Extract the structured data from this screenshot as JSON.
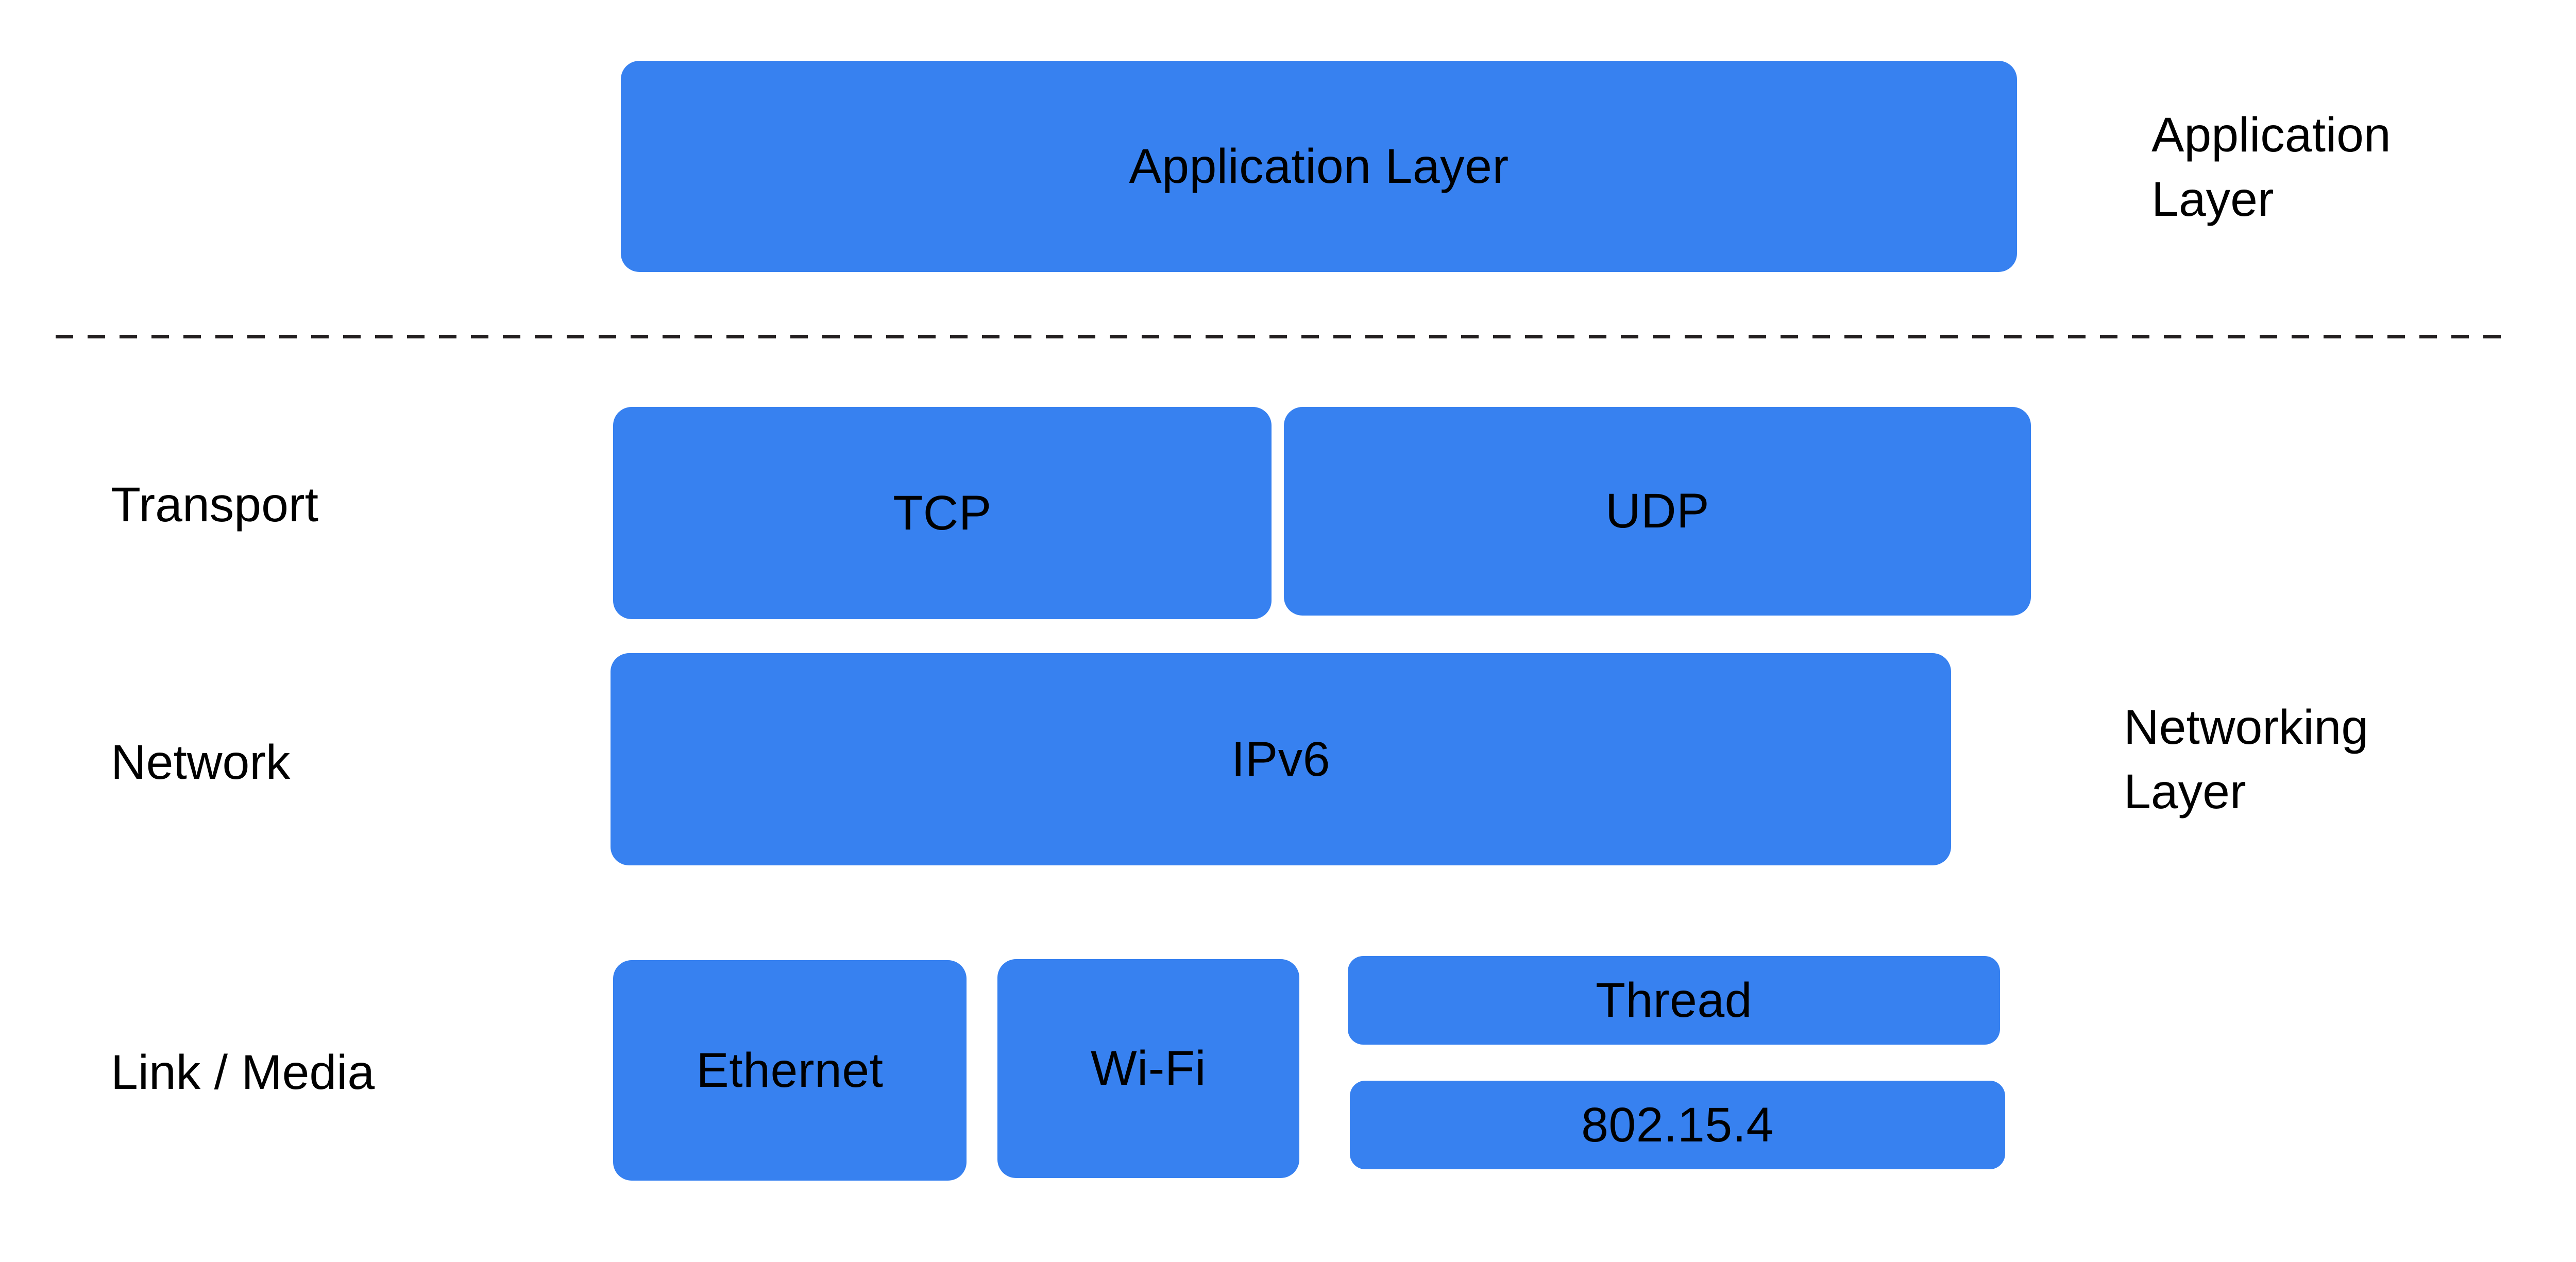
{
  "diagram": {
    "title": "IoT / Internet protocol stack layering",
    "accent_color": "#3781f0",
    "text_color": "#000000",
    "background_color": "#ffffff",
    "divider_color": "#231f20"
  },
  "group_labels": {
    "application": "Application\nLayer",
    "networking": "Networking\nLayer"
  },
  "row_labels": {
    "transport": "Transport",
    "network": "Network",
    "link_media": "Link / Media"
  },
  "boxes": {
    "application_layer": "Application Layer",
    "tcp": "TCP",
    "udp": "UDP",
    "ipv6": "IPv6",
    "ethernet": "Ethernet",
    "wifi": "Wi-Fi",
    "thread": "Thread",
    "ieee802154": "802.15.4"
  }
}
